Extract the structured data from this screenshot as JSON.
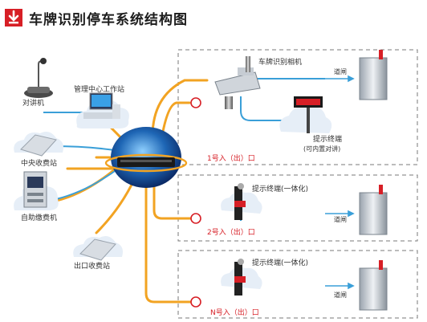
{
  "title": "车牌识别停车系统结构图",
  "labels": {
    "intercom": "对讲机",
    "mgmt_station": "管理中心工作站",
    "central_toll": "中央收费站",
    "self_service": "自助缴费机",
    "exit_toll": "出口收费站",
    "plate_camera": "车牌识别相机",
    "gate": "道闸",
    "display_terminal": "提示终端",
    "display_terminal_note": "(可内置对讲)",
    "display_terminal_integrated": "提示终端(一体化)",
    "lane_1": "1号入（出）口",
    "lane_2": "2号入（出）口",
    "lane_n": "N号入（出）口"
  },
  "colors": {
    "accent": "#d71f26",
    "trunk": "#f2a322",
    "link": "#3a9fd8",
    "cloud": "#e6eef7",
    "hub": "#1e66b5"
  }
}
